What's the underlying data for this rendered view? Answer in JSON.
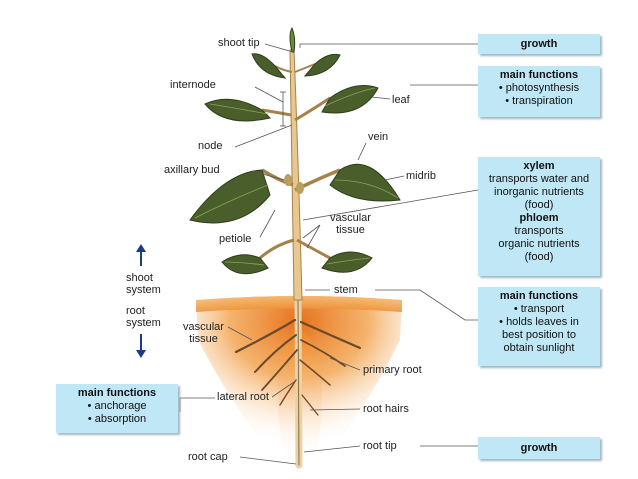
{
  "labels": {
    "shoot_tip": "shoot tip",
    "internode": "internode",
    "leaf": "leaf",
    "node": "node",
    "vein": "vein",
    "axillary_bud": "axillary bud",
    "midrib": "midrib",
    "vascular_tissue_upper": "vascular\ntissue",
    "petiole": "petiole",
    "shoot_system": "shoot\nsystem",
    "root_system": "root\nsystem",
    "stem": "stem",
    "vascular_tissue_lower": "vascular\ntissue",
    "primary_root": "primary root",
    "lateral_root": "lateral root",
    "root_hairs": "root hairs",
    "root_tip": "root tip",
    "root_cap": "root cap"
  },
  "boxes": {
    "growth_top": {
      "heading": "growth"
    },
    "leaf_functions": {
      "heading": "main functions",
      "lines": [
        "• photosynthesis",
        "• transpiration"
      ]
    },
    "vascular": {
      "xylem_heading": "xylem",
      "xylem_lines": [
        "transports water and",
        "inorganic nutrients",
        "(food)"
      ],
      "phloem_heading": "phloem",
      "phloem_lines": [
        "transports",
        "organic nutrients",
        "(food)"
      ]
    },
    "stem_functions": {
      "heading": "main functions",
      "lines": [
        "• transport",
        "• holds leaves in",
        "best position to",
        "obtain sunlight"
      ]
    },
    "root_functions": {
      "heading": "main functions",
      "lines": [
        "• anchorage",
        "• absorption"
      ]
    },
    "growth_bottom": {
      "heading": "growth"
    }
  },
  "colors": {
    "leaf": "#4a5e2c",
    "leaf_light": "#8aa25a",
    "stem": "#e8c890",
    "stem_edge": "#a5824c",
    "soil": "#ef8a2a",
    "box": "#bfe7f6",
    "arrow": "#1a3a8a"
  }
}
